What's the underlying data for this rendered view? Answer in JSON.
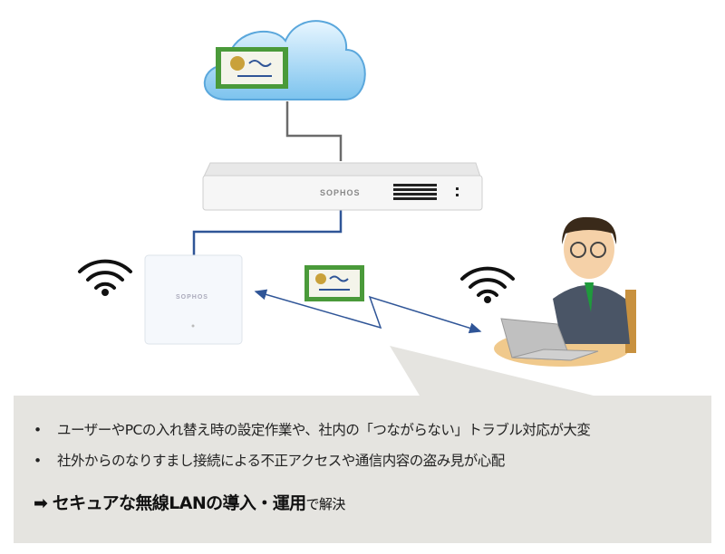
{
  "diagram": {
    "firewall": {
      "brand": "SOPHOS"
    },
    "access_point": {
      "brand": "SOPHOS"
    }
  },
  "panel": {
    "bullets": [
      "ユーザーやPCの入れ替え時の設定作業や、社内の「つながらない」トラブル対応が大変",
      "社外からのなりすまし接続による不正アクセスや通信内容の盗み見が心配"
    ],
    "bullet_marker": "•",
    "conclusion": {
      "arrow": "➡",
      "strong": "セキュアな無線LANの導入・運用",
      "tail": "で解決"
    }
  },
  "colors": {
    "panel_bg": "#e5e4e0",
    "link_blue": "#2f5597",
    "wire_gray": "#6b6b6b",
    "cloud_blue": "#9fd3f5"
  }
}
